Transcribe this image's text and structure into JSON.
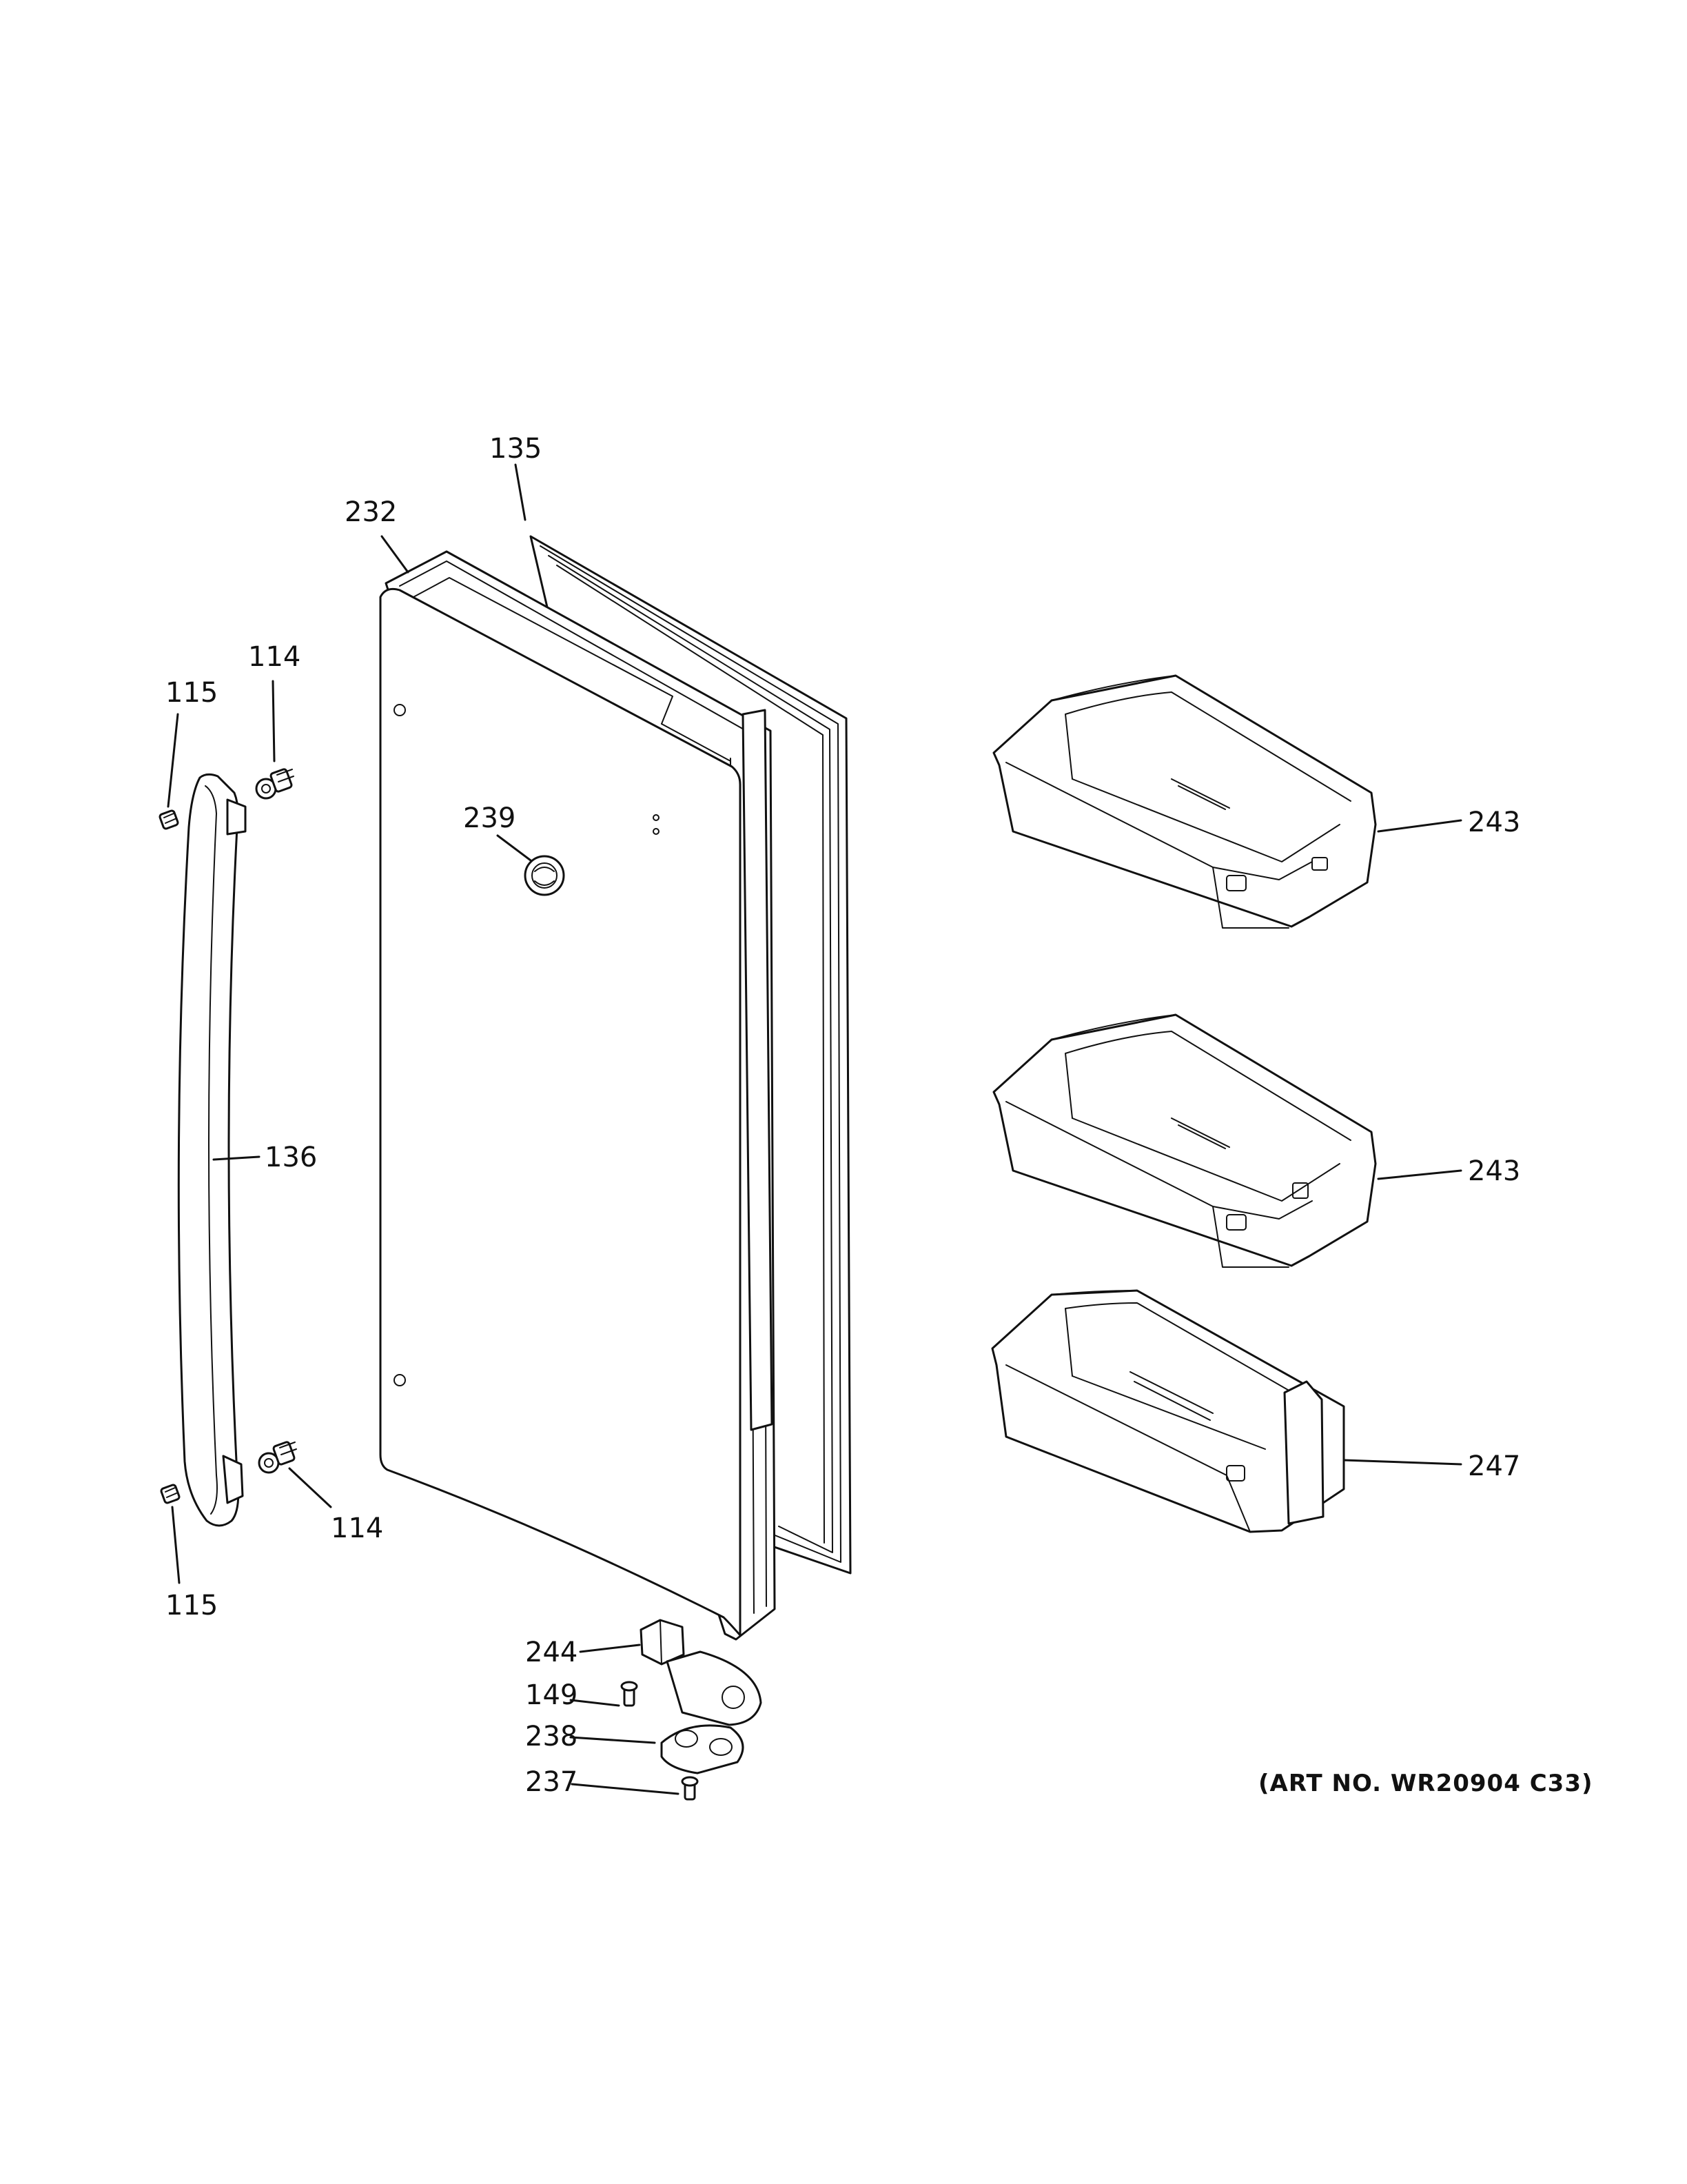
{
  "callouts": {
    "c135": "135",
    "c232": "232",
    "c114_top": "114",
    "c115_top": "115",
    "c239": "239",
    "c243_upper": "243",
    "c243_lower": "243",
    "c136": "136",
    "c247": "247",
    "c114_bottom": "114",
    "c115_bottom": "115",
    "c244": "244",
    "c149": "149",
    "c238": "238",
    "c237": "237"
  },
  "art_number": "(ART NO. WR20904 C33)"
}
